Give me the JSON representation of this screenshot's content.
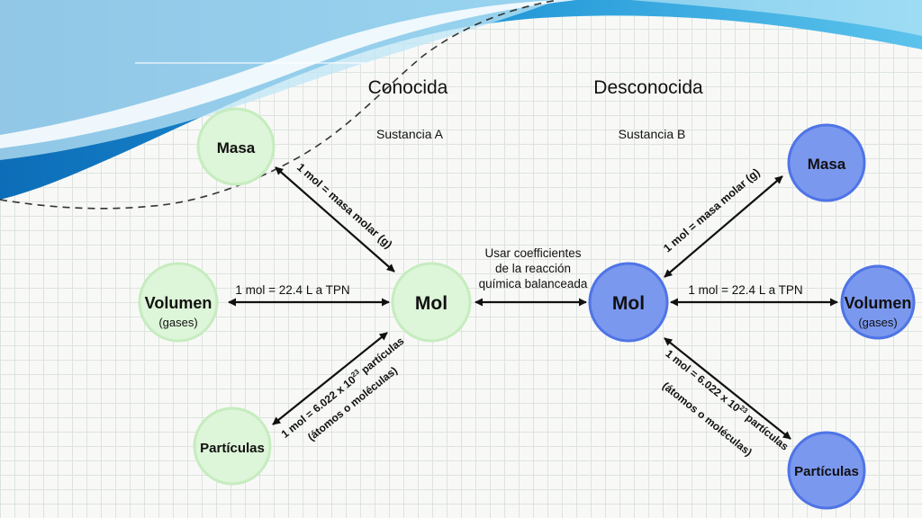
{
  "headers": {
    "known": "Conocida",
    "unknown": "Desconocida",
    "substance_a": "Sustancia A",
    "substance_b": "Sustancia B"
  },
  "left": {
    "mass": "Masa",
    "mol": "Mol",
    "volume": "Volumen",
    "volume_note": "(gases)",
    "particles": "Partículas",
    "mass_rel": "1 mol  = masa molar (g)",
    "volume_rel": "1 mol  =  22.4 L a TPN",
    "particles_rel_pre": "1 mol  =  6.022 x 10",
    "particles_rel_exp": "23",
    "particles_rel_post": " partículas",
    "particles_rel_note": "(átomos o moléculas)"
  },
  "center": {
    "line1": "Usar coefficientes",
    "line2": "de la reacción",
    "line3": "química balanceada"
  },
  "right": {
    "mass": "Masa",
    "mol": "Mol",
    "volume": "Volumen",
    "volume_note": "(gases)",
    "particles": "Partículas",
    "mass_rel": "1 mol  =  masa molar (g)",
    "volume_rel": "1 mol  =  22.4 L a TPN",
    "particles_rel_pre": "1 mol  =  6.022 x 10",
    "particles_rel_exp": "23",
    "particles_rel_post": " partículas",
    "particles_rel_note": "(átomos o moléculas)"
  },
  "colors": {
    "known_fill": "#ddf5d8",
    "known_stroke": "#c6ecbf",
    "unknown_fill": "#7b98ef",
    "unknown_stroke": "#4f74e5",
    "arrow": "#111111",
    "wave_blue": "#1e8fd0",
    "wave_light": "#8fd3f2"
  }
}
